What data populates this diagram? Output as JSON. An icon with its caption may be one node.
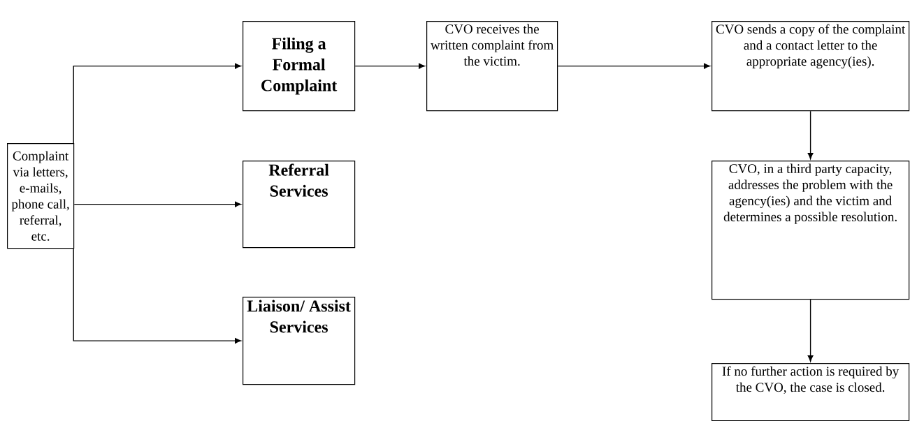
{
  "diagram": {
    "nodes": [
      {
        "text": [
          "Complaint via letters, e-mails, phone call, referral, etc."
        ]
      },
      {
        "text": [
          "Filing a Formal Complaint"
        ]
      },
      {
        "text": [
          "Referral Services"
        ]
      },
      {
        "text": [
          "Liaison/ Assist Services"
        ]
      },
      {
        "text": [
          "CVO receives the written complaint from the victim."
        ]
      },
      {
        "text": [
          "CVO sends a copy of the complaint and a contact letter to the appropriate agency(ies)."
        ]
      },
      {
        "text": [
          "CVO, in a third party capacity, addresses the problem with the agency(ies) and the victim and determines a possible resolution."
        ]
      },
      {
        "text": [
          "If no further action is required by the CVO, the case is closed."
        ]
      }
    ],
    "edges": [
      {
        "from": 0,
        "to": 1,
        "arrow": "to"
      },
      {
        "from": 0,
        "to": 2,
        "arrow": "to"
      },
      {
        "from": 0,
        "to": 3,
        "arrow": "to"
      },
      {
        "from": 1,
        "to": 4,
        "arrow": "to"
      },
      {
        "from": 4,
        "to": 5,
        "arrow": "to"
      },
      {
        "from": 5,
        "to": 6,
        "arrow": "to"
      },
      {
        "from": 6,
        "to": 7,
        "arrow": "to"
      }
    ]
  }
}
